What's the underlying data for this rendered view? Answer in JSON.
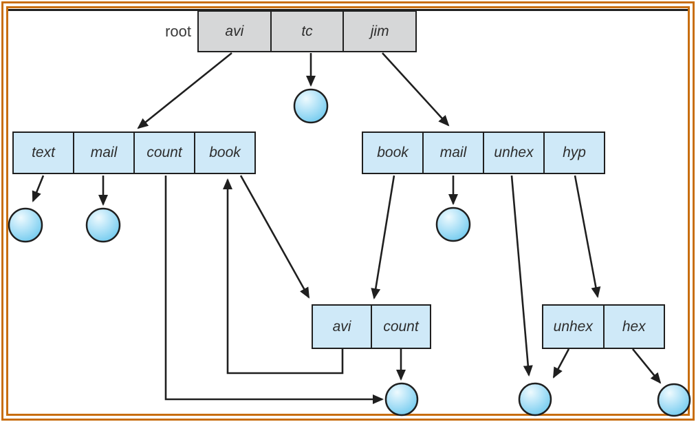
{
  "diagram": {
    "root_label": "root",
    "tables": {
      "root": {
        "cells": [
          "avi",
          "tc",
          "jim"
        ]
      },
      "avi_dir": {
        "cells": [
          "text",
          "mail",
          "count",
          "book"
        ]
      },
      "jim_dir": {
        "cells": [
          "book",
          "mail",
          "unhex",
          "hyp"
        ]
      },
      "shared_dir": {
        "cells": [
          "avi",
          "count"
        ]
      },
      "hyp_dir": {
        "cells": [
          "unhex",
          "hex"
        ]
      }
    },
    "edges": [
      {
        "from": "root.avi",
        "to": "avi-directory"
      },
      {
        "from": "root.tc",
        "to": "file-tc"
      },
      {
        "from": "root.jim",
        "to": "jim-directory"
      },
      {
        "from": "avi-directory.text",
        "to": "file-text"
      },
      {
        "from": "avi-directory.mail",
        "to": "file-mail-left"
      },
      {
        "from": "avi-directory.count",
        "to": "file-shared-count"
      },
      {
        "from": "avi-directory.book",
        "to": "shared-directory"
      },
      {
        "from": "shared-directory.avi",
        "to": "avi-directory.book"
      },
      {
        "from": "shared-directory.count",
        "to": "file-shared-count"
      },
      {
        "from": "jim-directory.book",
        "to": "shared-directory"
      },
      {
        "from": "jim-directory.mail",
        "to": "file-mail-right"
      },
      {
        "from": "jim-directory.unhex",
        "to": "file-shared-unhex"
      },
      {
        "from": "jim-directory.hyp",
        "to": "hyp-directory"
      },
      {
        "from": "hyp-directory.unhex",
        "to": "file-shared-unhex"
      },
      {
        "from": "hyp-directory.hex",
        "to": "file-hex"
      }
    ],
    "colors": {
      "frame_orange": "#c86e10",
      "line_black": "#1f1f1f",
      "directory_gray": "#d6d7d8",
      "directory_blue": "#cfe9f8",
      "file_blue": "#7fd0f0"
    }
  }
}
